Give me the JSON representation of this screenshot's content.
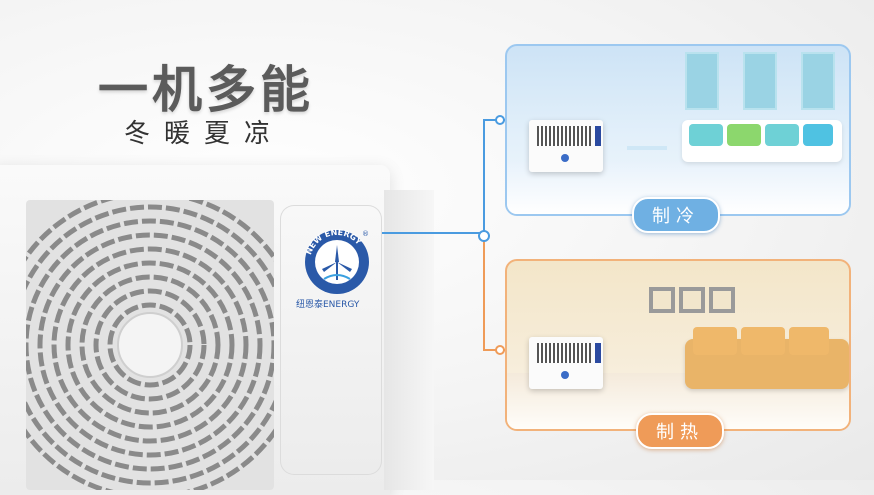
{
  "headline": "一机多能",
  "subheadline": "冬暖夏凉",
  "unit": {
    "brand_text": "纽恩泰ENERGY",
    "logo_ring_text": "NEW ENERGY",
    "logo_mark": "®"
  },
  "modes": [
    {
      "label": "制冷",
      "color": "#6fb0e3"
    },
    {
      "label": "制热",
      "color": "#ef9b58"
    }
  ],
  "colors": {
    "cool_accent": "#4a9be0",
    "heat_accent": "#ef9b58",
    "brand_blue": "#2a59a8"
  }
}
